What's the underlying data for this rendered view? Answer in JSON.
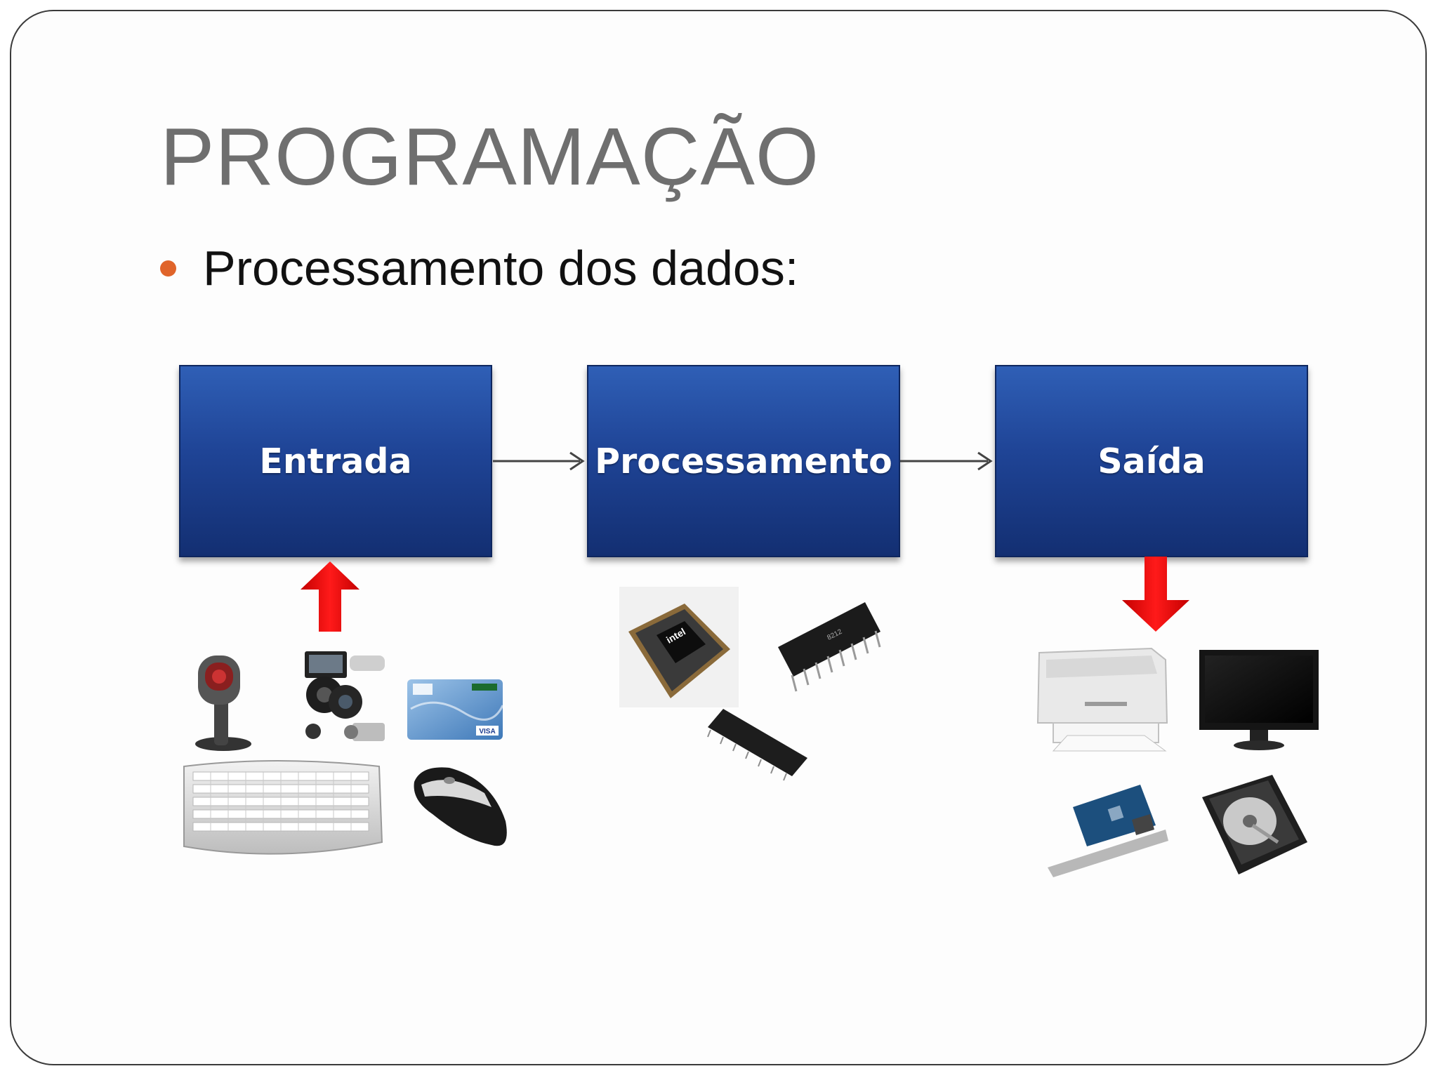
{
  "slide": {
    "title": "PROGRAMAÇÃO",
    "bullet": "Processamento dos dados:",
    "bullet_color": "#e0642a",
    "title_color": "#6f6f6f"
  },
  "diagram": {
    "nodes": [
      {
        "id": "entrada",
        "label": "Entrada"
      },
      {
        "id": "processamento",
        "label": "Processamento"
      },
      {
        "id": "saida",
        "label": "Saída"
      }
    ],
    "flow": [
      "entrada → processamento",
      "processamento → saida"
    ],
    "box_color": "#1f4496",
    "arrow_color": "#e00000"
  },
  "images": {
    "input_devices": [
      "barcode-scanner-icon",
      "security-camera-icon",
      "credit-card-icon",
      "keyboard-icon",
      "mouse-icon"
    ],
    "card_brand": "VISA",
    "processing_devices": [
      "cpu-chip-icon",
      "ic-chip-icon",
      "dip-chip-icon"
    ],
    "cpu_brand": "intel",
    "output_devices": [
      "printer-icon",
      "monitor-icon",
      "network-card-icon",
      "hard-drive-icon"
    ]
  }
}
